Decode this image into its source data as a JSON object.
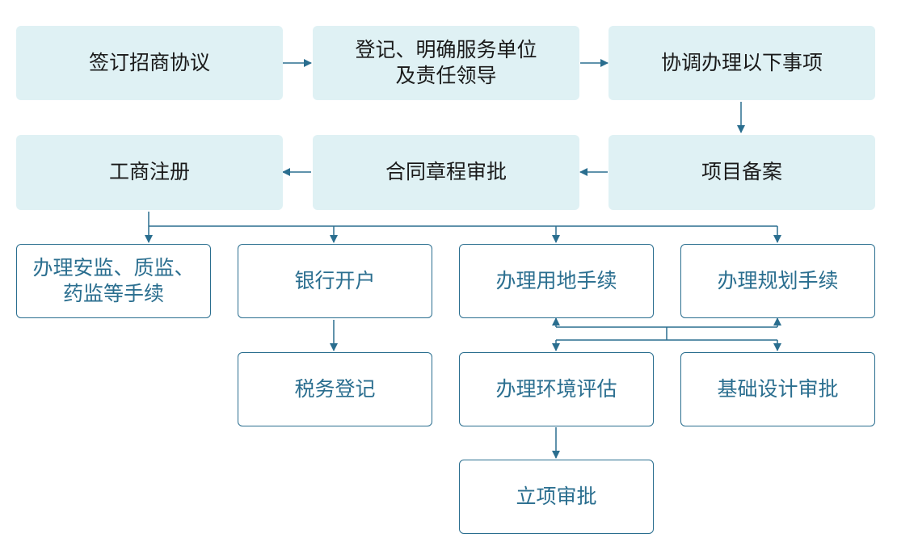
{
  "colors": {
    "filled_bg": "#dff1f4",
    "outline_stroke": "#2a6e8f",
    "arrow": "#2a6e8f"
  },
  "steps": {
    "sign_agreement": "签订招商协议",
    "register_unit": "登记、明确服务单位及责任领导",
    "coordinate": "协调办理以下事项",
    "project_filing": "项目备案",
    "contract_approval": "合同章程审批",
    "business_registration": "工商注册",
    "safety_quality_drug": "办理安监、质监、药监等手续",
    "bank_account": "银行开户",
    "land_procedures": "办理用地手续",
    "planning_procedures": "办理规划手续",
    "tax_registration": "税务登记",
    "environmental_assessment": "办理环境评估",
    "design_approval": "基础设计审批",
    "project_approval": "立项审批"
  }
}
